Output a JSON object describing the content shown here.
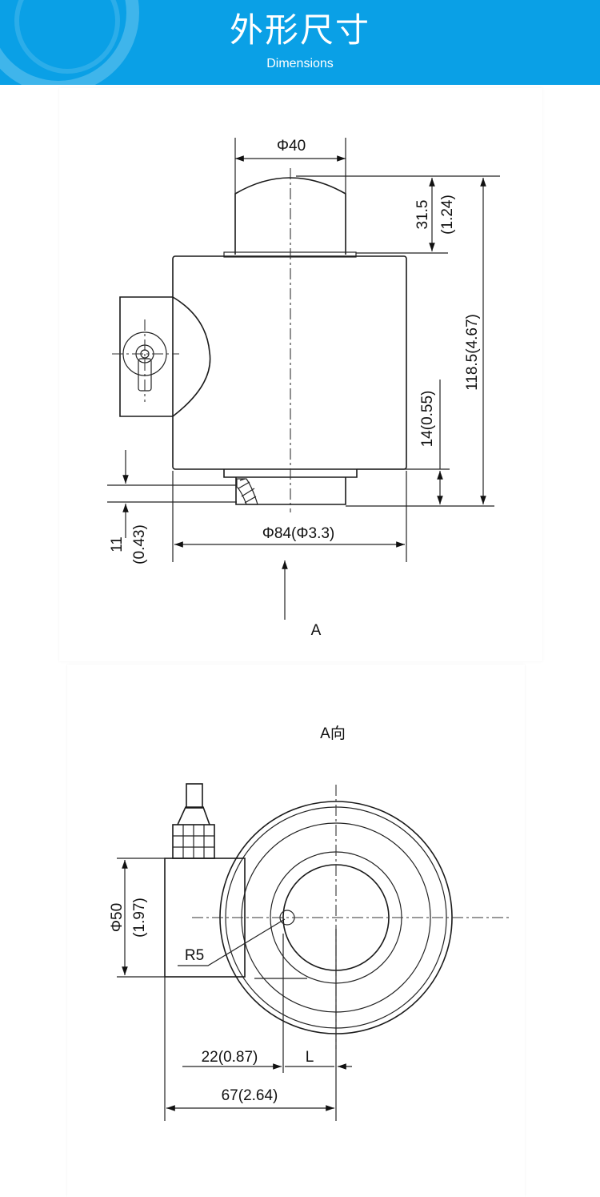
{
  "header": {
    "title": "外形尺寸",
    "subtitle": "Dimensions",
    "background_color": "#0aa0e6"
  },
  "front_view": {
    "dim_top_diameter": "Φ40",
    "dim_cap_height": "31.5",
    "dim_cap_height_in": "(1.24)",
    "dim_total_height": "118.5(4.67)",
    "dim_base_height": "14(0.55)",
    "dim_body_diameter": "Φ84(Φ3.3)",
    "dim_offset": "11",
    "dim_offset_in": "(0.43)",
    "view_marker": "A"
  },
  "bottom_view": {
    "title": "A向",
    "dim_connector": "Φ50",
    "dim_connector_in": "(1.97)",
    "dim_radius": "R5",
    "dim_offset": "22(0.87)",
    "dim_l": "L",
    "dim_length": "67(2.64)"
  }
}
